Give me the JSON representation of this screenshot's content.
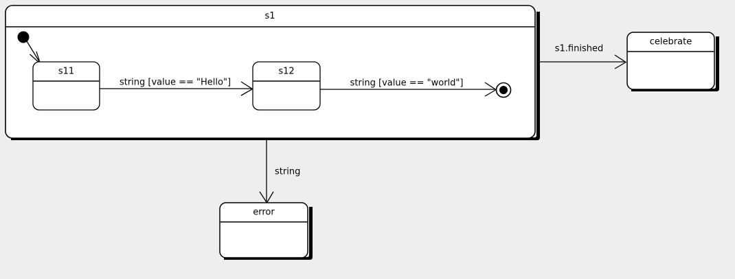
{
  "diagram": {
    "kind": "uml-state-machine",
    "background_color": "#eeeeee",
    "line_color": "#000000",
    "state_fill_color": "#ffffff",
    "composite": {
      "name": "s1",
      "pseudostates": {
        "initial": "initial-state",
        "final": "final-state"
      },
      "substates": [
        {
          "name": "s11"
        },
        {
          "name": "s12"
        }
      ],
      "internal_transitions": [
        {
          "label": "string [value == \"Hello\"]",
          "from": "s11",
          "to": "s12"
        },
        {
          "label": "string [value == \"world\"]",
          "from": "s12",
          "to": "final-state"
        }
      ]
    },
    "external_states": [
      {
        "name": "celebrate"
      },
      {
        "name": "error"
      }
    ],
    "external_transitions": [
      {
        "label": "s1.finished",
        "from": "s1",
        "to": "celebrate"
      },
      {
        "label": "string",
        "from": "s1",
        "to": "error"
      }
    ]
  }
}
